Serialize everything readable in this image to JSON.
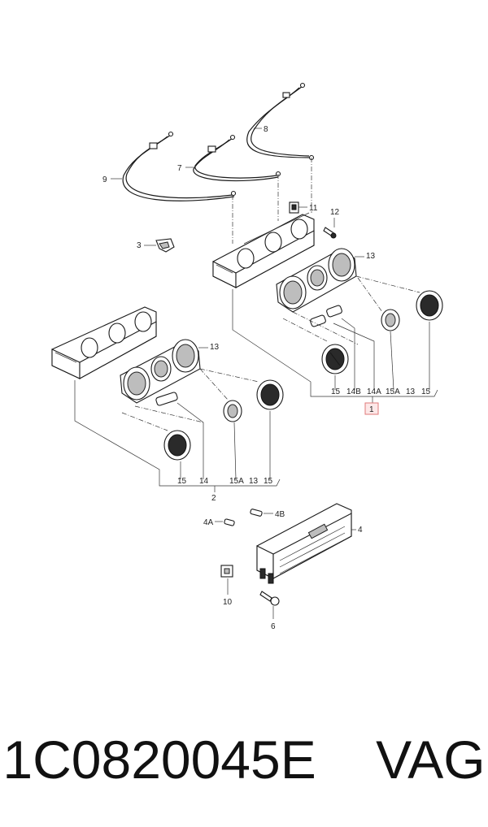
{
  "diagram": {
    "labels": {
      "l1": "1",
      "l2": "2",
      "l3": "3",
      "l4": "4",
      "l4a": "4A",
      "l4b": "4B",
      "l6": "6",
      "l7": "7",
      "l8": "8",
      "l9": "9",
      "l10": "10",
      "l11": "11",
      "l12": "12",
      "l13": "13",
      "l14": "14",
      "l14a": "14A",
      "l14b": "14B",
      "l15": "15",
      "l15a": "15A"
    },
    "highlight_color": "#e07a7a"
  },
  "footer": {
    "part_number": "1C0820045E    VAG"
  }
}
